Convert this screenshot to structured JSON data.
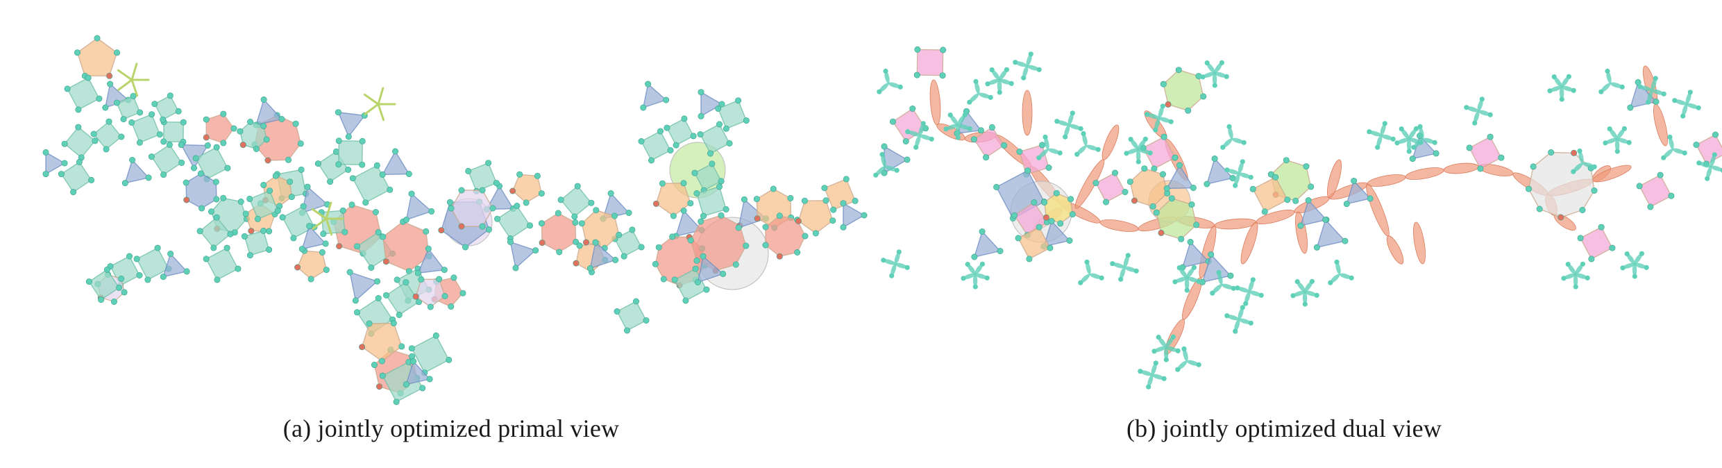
{
  "figure": {
    "panels": [
      {
        "id": "a",
        "caption": "(a) jointly optimized primal view"
      },
      {
        "id": "b",
        "caption": "(b) jointly optimized dual view"
      }
    ]
  },
  "palette": {
    "teal": "#9fd9c8",
    "teal_stroke": "#6fbfa9",
    "orange": "#f7c08a",
    "salmon": "#f29a8c",
    "blue": "#9bb2d6",
    "blue_stroke": "#6f8fc4",
    "pink": "#f4a8d8",
    "lavender": "#e2d6ee",
    "green": "#bfe69a",
    "grey": "#e4e4e4",
    "yellow": "#f7e07a",
    "node": "#5fd0b8",
    "node_accent_red": "#e2705f",
    "node_accent_purple": "#a567c9",
    "edge_petal": "#f09a7a"
  }
}
